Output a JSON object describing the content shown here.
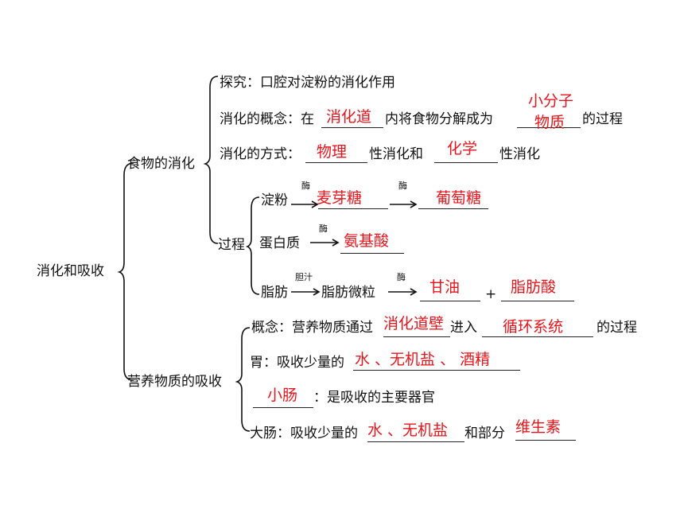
{
  "root": "消化和吸收",
  "digestion": {
    "label": "食物的消化",
    "explore": "探究：口腔对淀粉的消化作用",
    "concept_pre": "消化的概念：在",
    "concept_mid": "内将食物分解成为",
    "concept_post": "的过程",
    "concept_ans1": "消化道",
    "concept_ans2_line1": "小分子",
    "concept_ans2_line2": "物质",
    "method_pre": "消化的方式：",
    "method_mid": "性消化和",
    "method_post": "性消化",
    "method_ans1": "物理",
    "method_ans2": "化学",
    "process": {
      "label": "过程",
      "starch": "淀粉",
      "starch_enzyme1": "酶",
      "starch_enzyme2": "酶",
      "starch_ans1": "麦芽糖",
      "starch_ans2": "葡萄糖",
      "protein": "蛋白质",
      "protein_enzyme": "酶",
      "protein_ans": "氨基酸",
      "fat": "脂肪",
      "bile": "胆汁",
      "fat_mid": "脂肪微粒",
      "fat_enzyme": "酶",
      "fat_ans1": "甘油",
      "plus": "+",
      "fat_ans2": "脂肪酸"
    }
  },
  "absorption": {
    "label": "营养物质的吸收",
    "concept_pre": "概念：营养物质通过",
    "concept_mid": "进入",
    "concept_post": "的过程",
    "concept_ans1": "消化道壁",
    "concept_ans2": "循环系统",
    "stomach_pre": "胃：吸收少量的",
    "stomach_ans": "水 、无机盐 、 酒精",
    "small_post": "：是吸收的主要器官",
    "small_ans": "小肠",
    "large_pre": "大肠：吸收少量的",
    "large_ans": "水 、无机盐",
    "large_mid": "和部分",
    "large_ans2": "维生素"
  }
}
